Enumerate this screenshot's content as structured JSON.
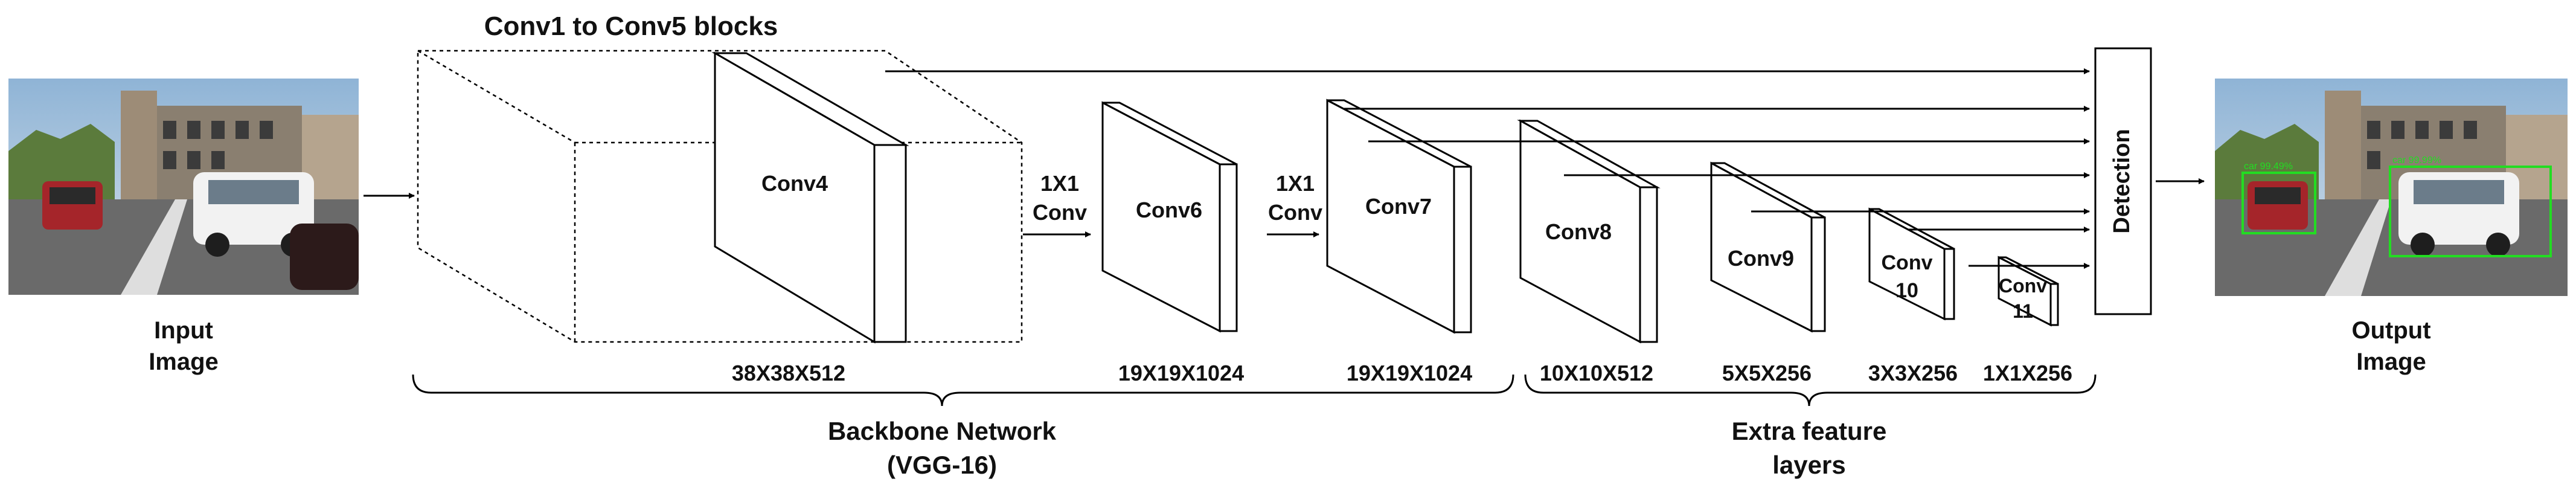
{
  "top_caption": "Conv1 to Conv5 blocks",
  "input": {
    "line1": "Input",
    "line2": "Image"
  },
  "output": {
    "line1": "Output",
    "line2": "Image"
  },
  "layers": [
    {
      "name": "Conv4",
      "dims": "38X38X512"
    },
    {
      "name": "Conv6",
      "dims": "19X19X1024"
    },
    {
      "name": "Conv7",
      "dims": "19X19X1024"
    },
    {
      "name": "Conv8",
      "dims": "10X10X512"
    },
    {
      "name": "Conv9",
      "dims": "5X5X256"
    },
    {
      "name_line1": "Conv",
      "name_line2": "10",
      "dims": "3X3X256"
    },
    {
      "name_line1": "Conv",
      "name_line2": "11",
      "dims": "1X1X256"
    }
  ],
  "conv1x1_a": {
    "line1": "1X1",
    "line2": "Conv"
  },
  "conv1x1_b": {
    "line1": "1X1",
    "line2": "Conv"
  },
  "detection": "Detection",
  "backbone": {
    "line1": "Backbone Network",
    "line2": "(VGG-16)"
  },
  "extra": {
    "line1": "Extra feature",
    "line2": "layers"
  },
  "detection_boxes": [
    {
      "label": "car 99.49%"
    },
    {
      "label": "car 99.99%"
    }
  ],
  "colors": {
    "line": "#000000",
    "box_green": "#22dd22"
  }
}
